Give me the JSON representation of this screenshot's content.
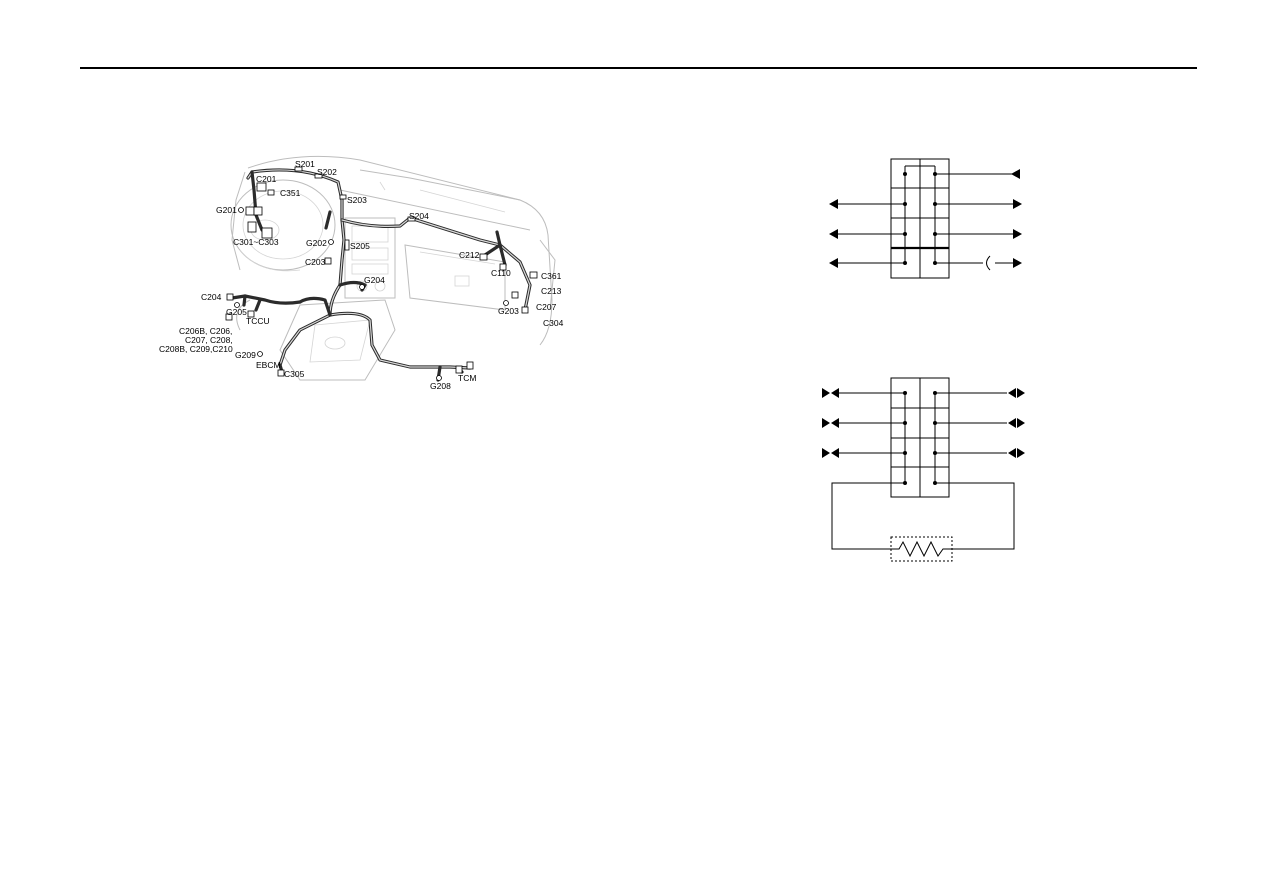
{
  "harness_labels": {
    "s201": "S201",
    "s202": "S202",
    "c201": "C201",
    "c351": "C351",
    "s203": "S203",
    "g201": "G201",
    "s204": "S204",
    "c301_c303": "C301~C303",
    "g202": "G202",
    "s205": "S205",
    "c212": "C212",
    "c203": "C203",
    "c110": "C110",
    "c361": "C361",
    "g204": "G204",
    "c204": "C204",
    "c213": "C213",
    "c207": "C207",
    "g203": "G203",
    "g205": "G205",
    "c304": "C304",
    "tccu": "TCCU",
    "connector_group_line1": "C206B, C206,",
    "connector_group_line2": "C207, C208,",
    "connector_group_line3": "C208B, C209,C210",
    "g209": "G209",
    "ebcm": "EBCM",
    "c305": "C305",
    "g208": "G208",
    "tcm": "TCM"
  }
}
